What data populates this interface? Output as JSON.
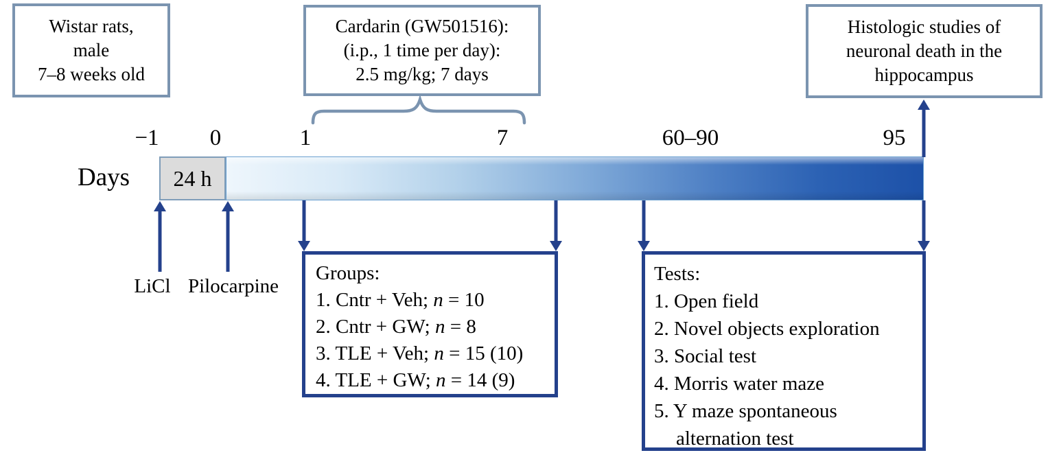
{
  "figure": {
    "kind": "experimental-timeline-diagram"
  },
  "boxes": {
    "subjects": {
      "lines": [
        "Wistar rats,",
        "male",
        "7–8 weeks old"
      ]
    },
    "treatment": {
      "lines": [
        "Cardarin (GW501516):",
        "(i.p., 1 time per day):",
        "2.5 mg/kg; 7 days"
      ]
    },
    "histology": {
      "lines": [
        "Histologic studies of",
        "neuronal death in the",
        "hippocampus"
      ]
    }
  },
  "timeline": {
    "axis_label": "Days",
    "start_segment_label": "24 h",
    "day_ticks": [
      "−1",
      "0",
      "1",
      "7",
      "60–90",
      "95"
    ],
    "events": {
      "licl": "LiCl",
      "pilocarpine": "Pilocarpine"
    }
  },
  "groups": {
    "title": "Groups:",
    "items": [
      {
        "pre": "1. Cntr + Veh; ",
        "var": "n",
        "post": " = 10"
      },
      {
        "pre": "2. Cntr + GW; ",
        "var": "n",
        "post": " = 8"
      },
      {
        "pre": "3. TLE + Veh; ",
        "var": "n",
        "post": " = 15 (10)"
      },
      {
        "pre": "4. TLE + GW; ",
        "var": "n",
        "post": " = 14 (9)"
      }
    ]
  },
  "tests": {
    "title": "Tests:",
    "items": [
      "1. Open field",
      "2. Novel objects exploration",
      "3. Social test",
      "4. Morris water maze",
      "5. Y maze spontaneous",
      "alternation test"
    ]
  },
  "colors": {
    "info_box_border": "#7b94b0",
    "list_box_border": "#24418c",
    "arrow": "#24418c",
    "bar_gradient_start": "#eef6fc",
    "bar_gradient_end": "#1d51a8",
    "day_zero_segment_fill": "#dcdcdc"
  }
}
